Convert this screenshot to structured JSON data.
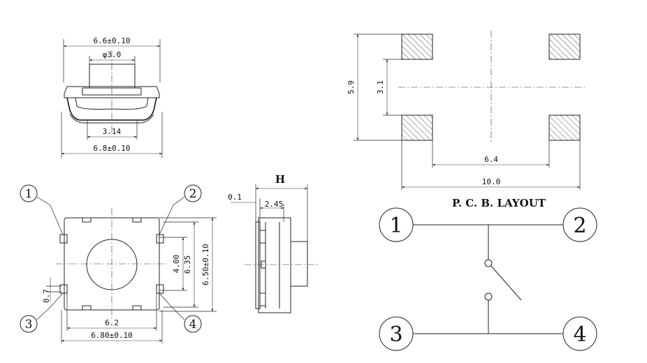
{
  "front_view": {
    "width_top": "6.6±0.10",
    "button_diameter": "φ3.0",
    "inner_width": "3.14",
    "width_bottom": "6.8±0.10"
  },
  "top_view": {
    "pins": [
      "1",
      "2",
      "3",
      "4"
    ],
    "pin_gap": "0.7",
    "pad_spacing": "6.2",
    "body_width": "6.80±0.10",
    "inner_height": "4.00",
    "pad_height": "6.35",
    "body_height": "6.50±0.10"
  },
  "side_view": {
    "height_label": "H",
    "offset": "0.1",
    "depth": "2.45"
  },
  "pcb_layout": {
    "title": "P. C. B. LAYOUT",
    "outer_height": "5.9",
    "inner_height": "3.1",
    "inner_width": "6.4",
    "outer_width": "10.0"
  },
  "schematic": {
    "pins": [
      "1",
      "2",
      "3",
      "4"
    ]
  }
}
